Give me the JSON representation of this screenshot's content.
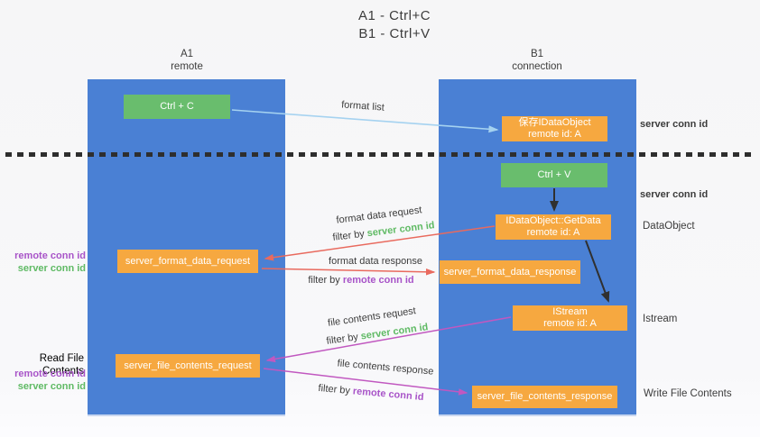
{
  "title": {
    "line1": "A1 - Ctrl+C",
    "line2": "B1 - Ctrl+V"
  },
  "columns": {
    "a": {
      "id": "A1",
      "role": "remote"
    },
    "b": {
      "id": "B1",
      "role": "connection"
    }
  },
  "boxes": {
    "ctrl_c": {
      "label": "Ctrl + C"
    },
    "save_dataobject": {
      "line1": "保存IDataObject",
      "line2": "remote id: A"
    },
    "ctrl_v": {
      "label": "Ctrl + V"
    },
    "getdata": {
      "line1": "IDataObject::GetData",
      "line2": "remote id: A"
    },
    "istream": {
      "line1": "IStream",
      "line2": "remote id: A"
    },
    "server_format_data_request": {
      "label": "server_format_data_request"
    },
    "server_format_data_response": {
      "label": "server_format_data_response"
    },
    "server_file_contents_request": {
      "label": "server_file_contents_request"
    },
    "server_file_contents_response": {
      "label": "server_file_contents_response"
    }
  },
  "flow_labels": {
    "format_list": "format list",
    "format_data_request": "format data request",
    "format_data_response": "format data response",
    "file_contents_request": "file contents request",
    "file_contents_response": "file contents response",
    "filter_by": "filter by",
    "server_conn_id": "server conn id",
    "remote_conn_id": "remote conn id"
  },
  "side_labels": {
    "right_server_conn_id_top": "server conn id",
    "right_server_conn_id_mid": "server conn id",
    "right_dataobject": "DataObject",
    "right_istream": "Istream",
    "right_write_file_contents": "Write File Contents",
    "left_read_file_contents": "Read File Contents",
    "left_remote_conn_id_1": "remote conn id",
    "left_server_conn_id_1": "server conn id",
    "left_remote_conn_id_2": "remote conn id",
    "left_server_conn_id_2": "server conn id"
  },
  "colors": {
    "column_blue": "#4a80d4",
    "box_green": "#69bd6d",
    "box_orange": "#f6a840",
    "arrow_lightblue": "#a5d2f0",
    "arrow_red": "#e96a5e",
    "arrow_magenta": "#c158c0",
    "arrow_black": "#303030",
    "text_green": "#5fba64",
    "text_purple": "#a854c8",
    "text_dark": "#3c3c3c",
    "background": "#f7f7f8"
  }
}
